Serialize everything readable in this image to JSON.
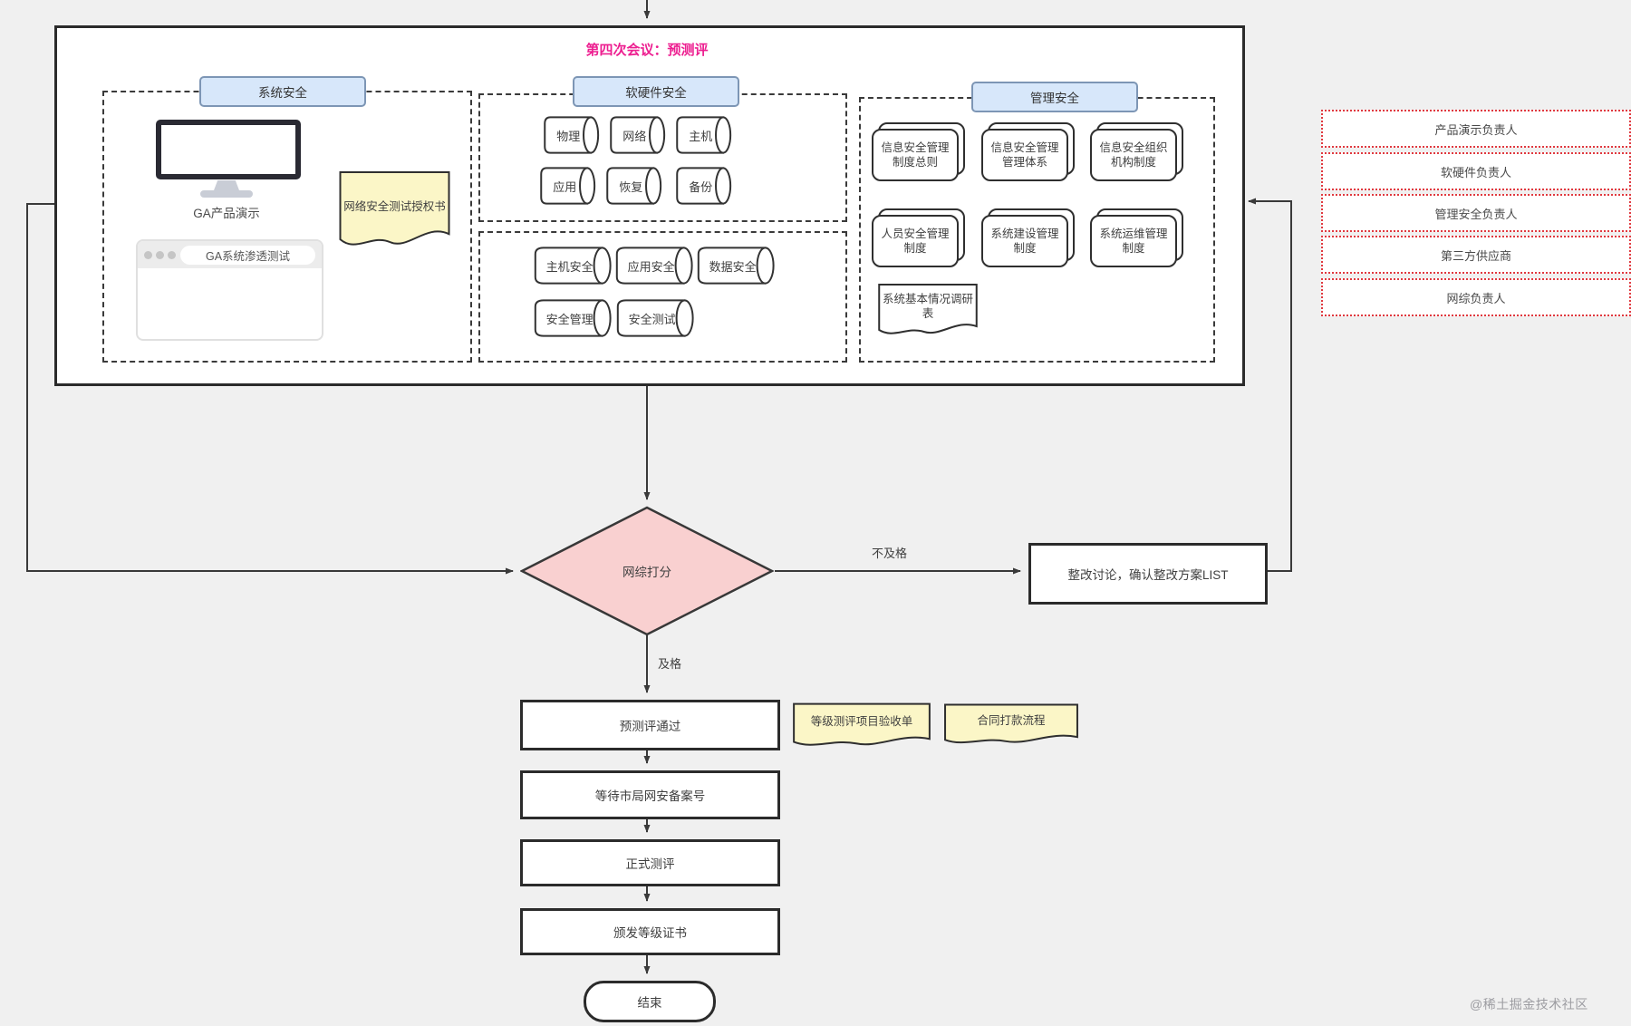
{
  "title": "第四次会议：预测评",
  "sections": {
    "system": {
      "label": "系统安全",
      "monitor_caption": "GA产品演示",
      "browser_title": "GA系统渗透测试",
      "auth_doc": "网络安全测试授权书"
    },
    "hardware": {
      "label": "软硬件安全",
      "cyl": [
        "物理",
        "网络",
        "主机",
        "应用",
        "恢复",
        "备份"
      ],
      "cyl2": [
        "主机安全",
        "应用安全",
        "数据安全",
        "安全管理",
        "安全测试"
      ]
    },
    "management": {
      "label": "管理安全",
      "cards": [
        "信息安全管理制度总则",
        "信息安全管理管理体系",
        "信息安全组织机构制度",
        "人员安全管理制度",
        "系统建设管理制度",
        "系统运维管理制度"
      ],
      "survey_doc": "系统基本情况调研表"
    }
  },
  "roles": [
    "产品演示负责人",
    "软硬件负责人",
    "管理安全负责人",
    "第三方供应商",
    "网综负责人"
  ],
  "decision": {
    "label": "网综打分",
    "fail_label": "不及格",
    "pass_label": "及格"
  },
  "flow": {
    "rework": "整改讨论，确认整改方案LIST",
    "steps": [
      "预测评通过",
      "等待市局网安备案号",
      "正式测评",
      "颁发等级证书"
    ],
    "end": "结束",
    "side_docs": [
      "等级测评项目验收单",
      "合同打款流程"
    ]
  },
  "watermark": "@稀土掘金技术社区",
  "colors": {
    "title_accent": "#ed1e90",
    "section_label_fill": "#d7e7fa",
    "section_label_stroke": "#7d96b5",
    "diamond_fill": "#f9d0d0",
    "doc_fill": "#fbf6c7",
    "role_border": "#e0393f",
    "line": "#3a3a3a",
    "canvas_bg": "#f0f0f0"
  }
}
